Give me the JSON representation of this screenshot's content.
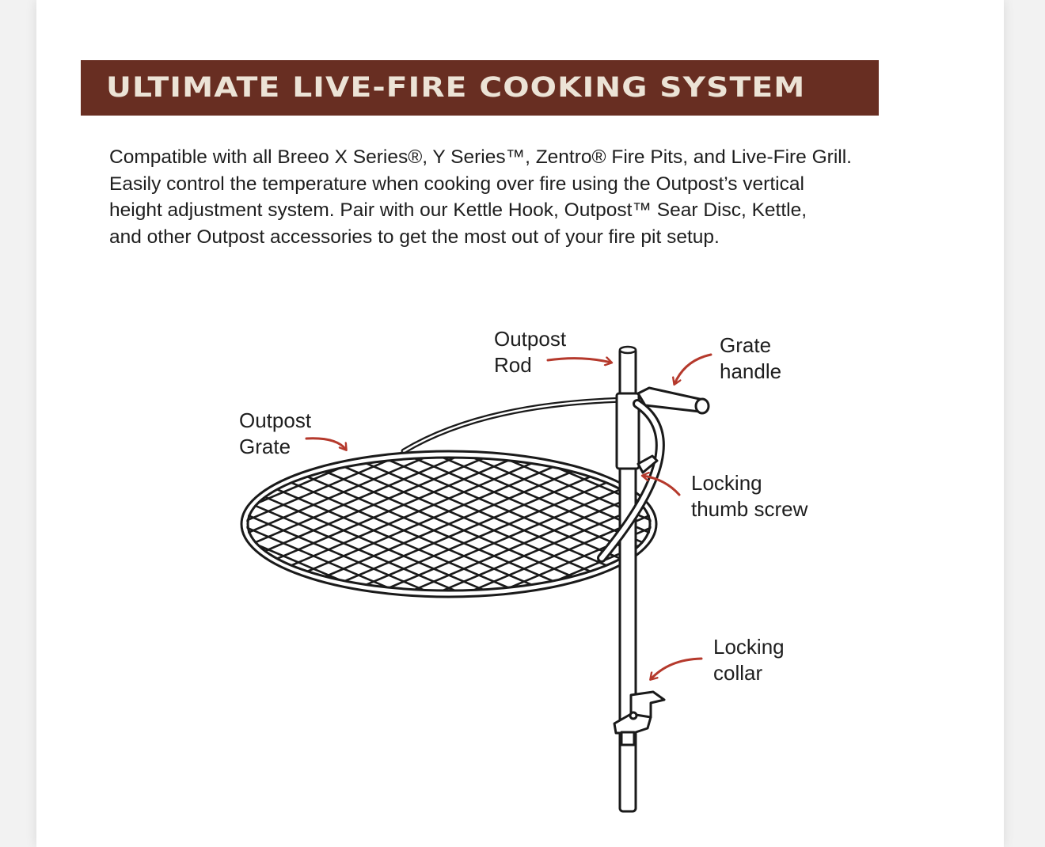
{
  "header": {
    "title": "ULTIMATE LIVE-FIRE COOKING SYSTEM"
  },
  "description": {
    "lines": [
      "Compatible with all Breeo X Series®, Y Series™, Zentro® Fire Pits, and Live-Fire Grill.",
      "Easily control the temperature when cooking over fire using the Outpost’s vertical",
      "height adjustment system. Pair with our Kettle Hook, Outpost™ Sear Disc, Kettle,",
      "and other Outpost accessories to get the most out of your fire pit setup."
    ]
  },
  "diagram": {
    "accent_color": "#b5392c",
    "line_color": "#1a1a1a",
    "labels": {
      "outpost_rod": {
        "line1": "Outpost",
        "line2": "Rod"
      },
      "grate_handle": {
        "line1": "Grate",
        "line2": "handle"
      },
      "outpost_grate": {
        "line1": "Outpost",
        "line2": "Grate"
      },
      "thumb_screw": {
        "line1": "Locking",
        "line2": "thumb screw"
      },
      "locking_collar": {
        "line1": "Locking",
        "line2": "collar"
      }
    }
  }
}
